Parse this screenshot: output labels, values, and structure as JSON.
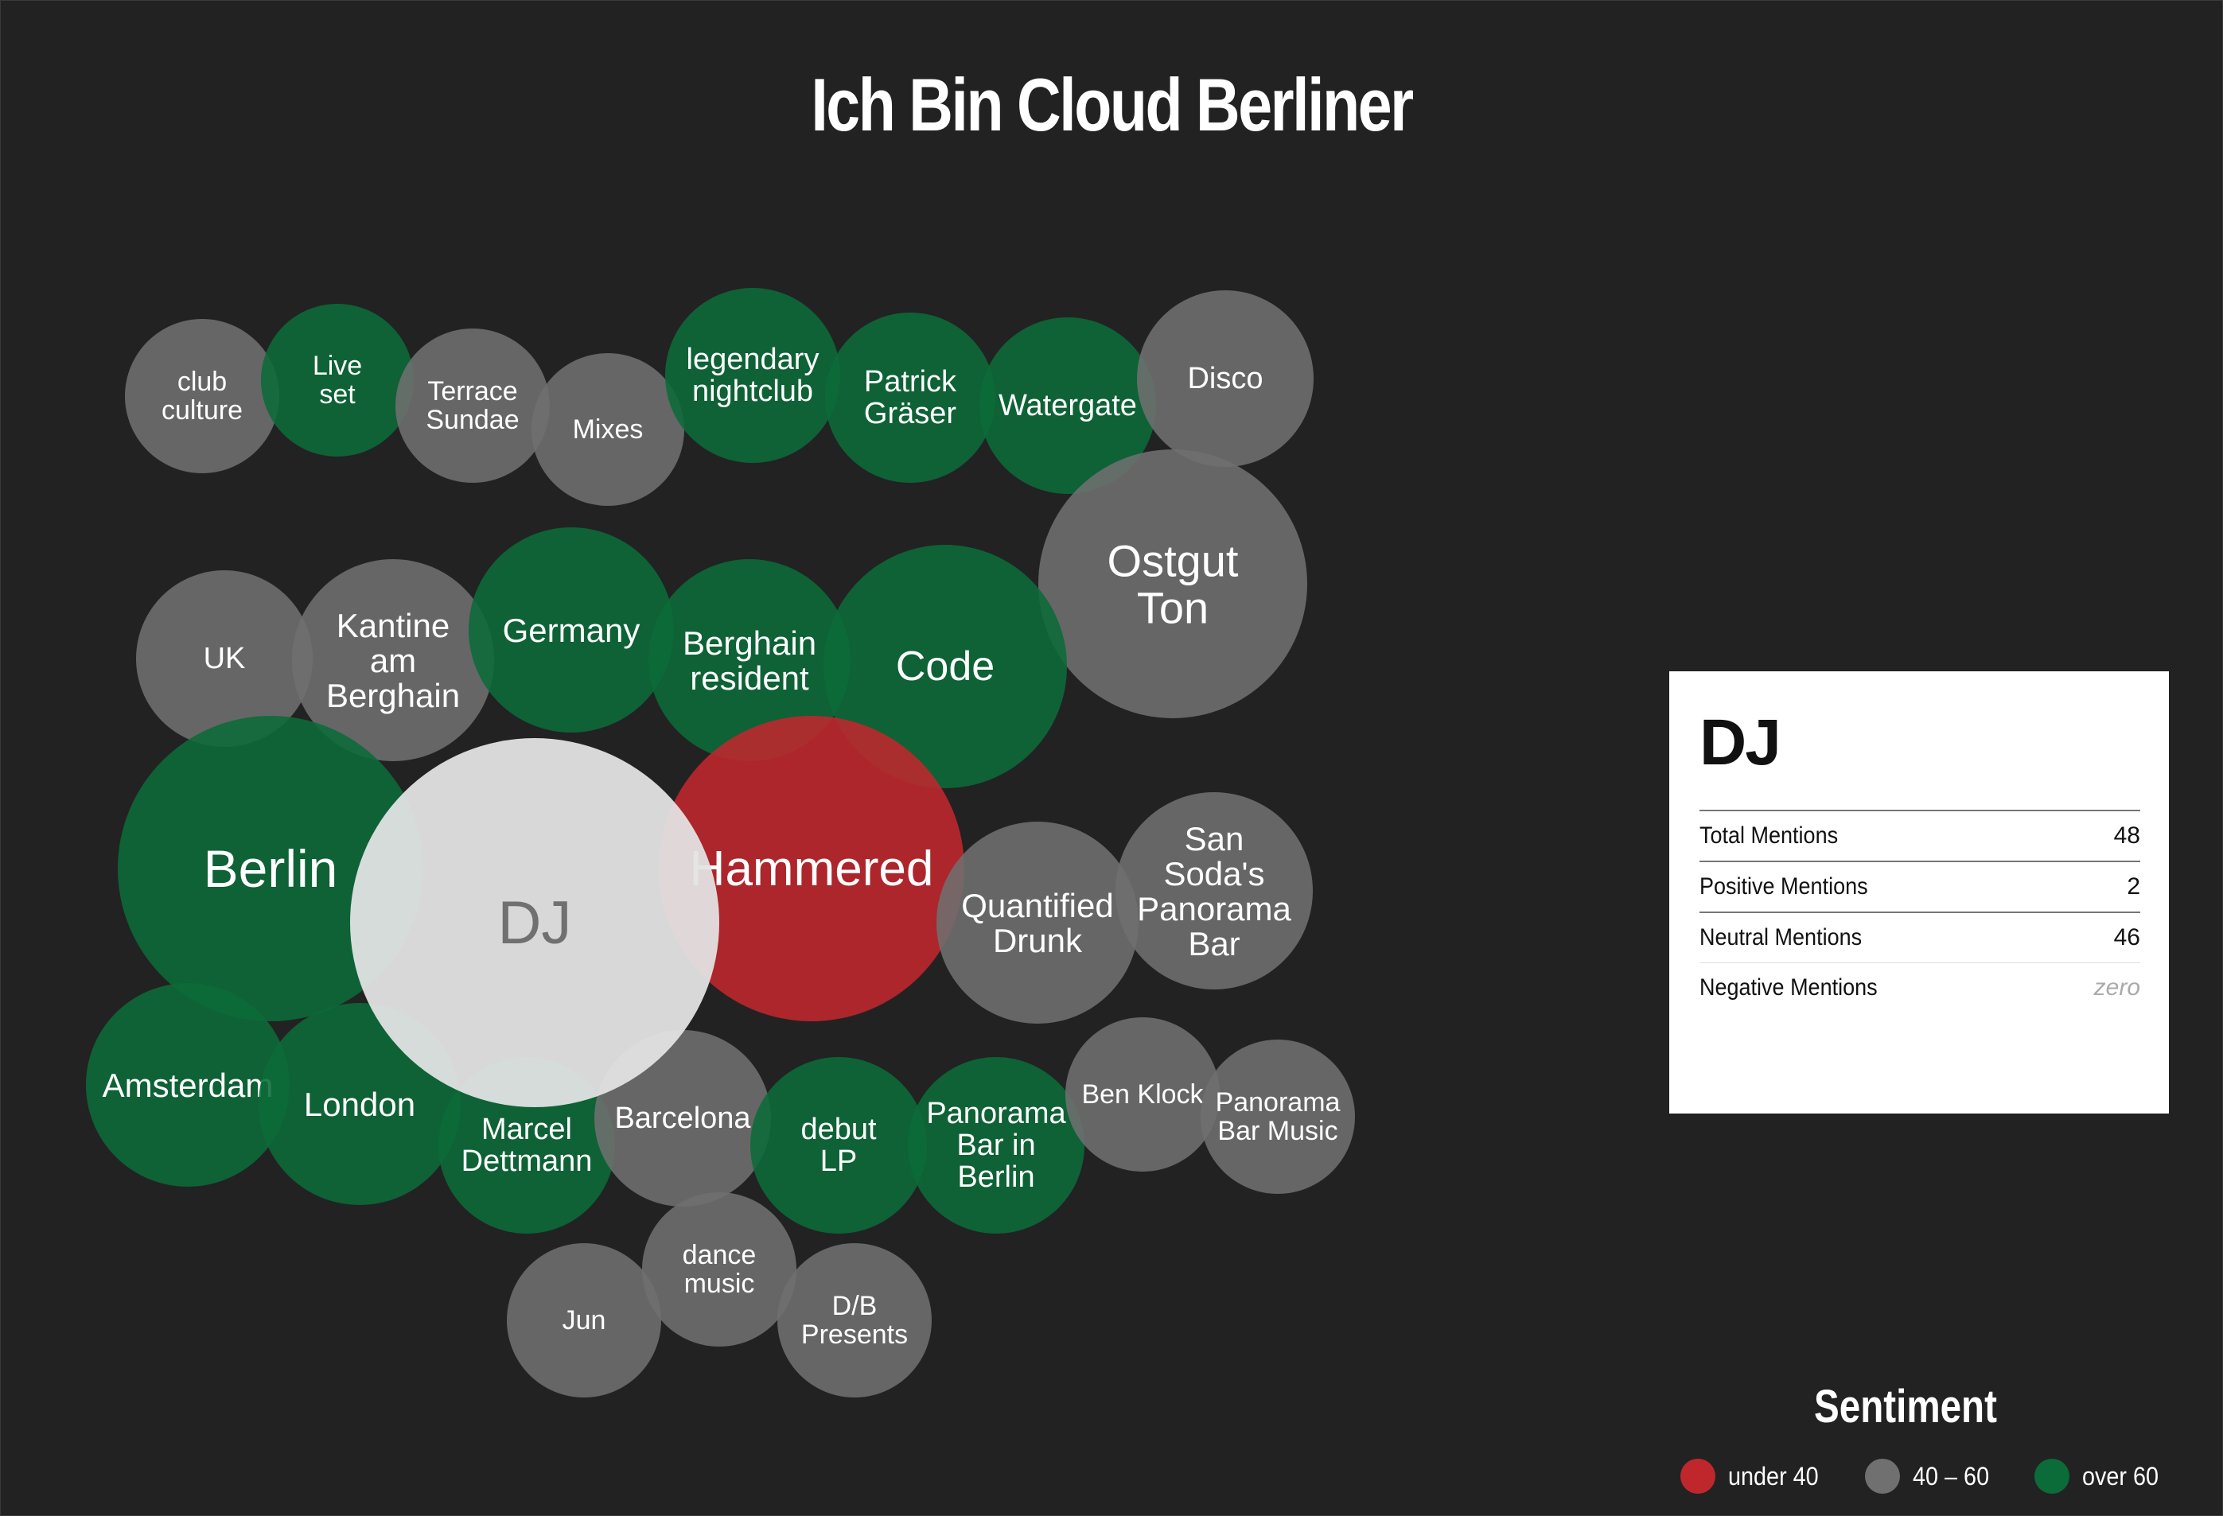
{
  "title": "Ich Bin Cloud Berliner",
  "colors": {
    "positive": "#0b6b39",
    "neutral": "#707070",
    "negative": "#c0272d",
    "selected": "#e3e3e3",
    "background": "#222222"
  },
  "chart_data": {
    "type": "bubble",
    "selected": "DJ",
    "items": [
      {
        "term": "club culture",
        "sentiment": "neutral",
        "size": 1
      },
      {
        "term": "Live set",
        "sentiment": "positive",
        "size": 1
      },
      {
        "term": "Terrace Sundae",
        "sentiment": "neutral",
        "size": 1
      },
      {
        "term": "Mixes",
        "sentiment": "neutral",
        "size": 1
      },
      {
        "term": "legendary nightclub",
        "sentiment": "positive",
        "size": 1.3
      },
      {
        "term": "Patrick Gräser",
        "sentiment": "positive",
        "size": 1.2
      },
      {
        "term": "Watergate",
        "sentiment": "positive",
        "size": 1.2
      },
      {
        "term": "Disco",
        "sentiment": "neutral",
        "size": 1.2
      },
      {
        "term": "Ostgut Ton",
        "sentiment": "neutral",
        "size": 3.1
      },
      {
        "term": "UK",
        "sentiment": "neutral",
        "size": 1.2
      },
      {
        "term": "Kantine am Berghain",
        "sentiment": "neutral",
        "size": 1.6
      },
      {
        "term": "Germany",
        "sentiment": "positive",
        "size": 1.7
      },
      {
        "term": "Berghain resident",
        "sentiment": "positive",
        "size": 1.7
      },
      {
        "term": "Code",
        "sentiment": "positive",
        "size": 2.5
      },
      {
        "term": "Berlin",
        "sentiment": "positive",
        "size": 4
      },
      {
        "term": "DJ",
        "sentiment": "selected",
        "size": 5.7
      },
      {
        "term": "Hammered",
        "sentiment": "negative",
        "size": 4
      },
      {
        "term": "Quantified Drunk",
        "sentiment": "neutral",
        "size": 1.7
      },
      {
        "term": "San Soda's Panorama Bar",
        "sentiment": "neutral",
        "size": 1.6
      },
      {
        "term": "Amsterdam",
        "sentiment": "positive",
        "size": 1.7
      },
      {
        "term": "London",
        "sentiment": "positive",
        "size": 1.7
      },
      {
        "term": "Marcel Dettmann",
        "sentiment": "positive",
        "size": 1.3
      },
      {
        "term": "Barcelona",
        "sentiment": "neutral",
        "size": 1.3
      },
      {
        "term": "debut LP",
        "sentiment": "positive",
        "size": 1.3
      },
      {
        "term": "Panorama Bar in Berlin",
        "sentiment": "positive",
        "size": 1.3
      },
      {
        "term": "Ben Klock",
        "sentiment": "neutral",
        "size": 1
      },
      {
        "term": "Panorama Bar Music",
        "sentiment": "neutral",
        "size": 1
      },
      {
        "term": "dance music",
        "sentiment": "neutral",
        "size": 1
      },
      {
        "term": "Jun",
        "sentiment": "neutral",
        "size": 1
      },
      {
        "term": "D/B Presents",
        "sentiment": "neutral",
        "size": 1
      }
    ]
  },
  "detail": {
    "term": "DJ",
    "stats": [
      {
        "label": "Total Mentions",
        "value": "48"
      },
      {
        "label": "Positive Mentions",
        "value": "2"
      },
      {
        "label": "Neutral Mentions",
        "value": "46"
      },
      {
        "label": "Negative Mentions",
        "value": "zero"
      }
    ]
  },
  "legend": {
    "title": "Sentiment",
    "items": [
      {
        "label": "under 40",
        "color": "#c0272d"
      },
      {
        "label": "40 – 60",
        "color": "#707070"
      },
      {
        "label": "over 60",
        "color": "#0b6b39"
      }
    ]
  }
}
